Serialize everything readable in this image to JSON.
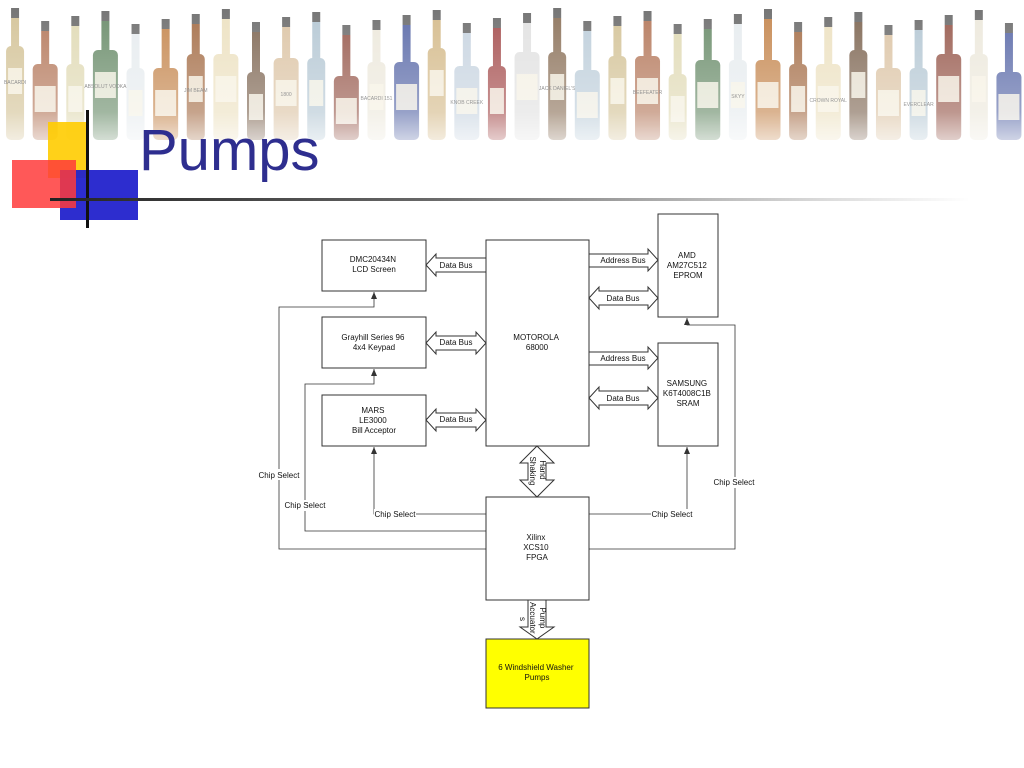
{
  "slide": {
    "title": "Pumps"
  },
  "banner": {
    "bottle_labels": [
      "BACARDI",
      "ABSOLUT VODKA",
      "JIM BEAM",
      "1800",
      "BACARDI 151",
      "KNOB CREEK",
      "JACK DANIEL'S",
      "BEEFEATER",
      "SKYY",
      "CROWN ROYAL",
      "EVERCLEAR"
    ]
  },
  "diagram": {
    "nodes": {
      "lcd": [
        "DMC20434N",
        "LCD Screen"
      ],
      "keypad": [
        "Grayhill Series 96",
        "4x4 Keypad"
      ],
      "bill": [
        "MARS",
        "LE3000",
        "Bill Acceptor"
      ],
      "cpu": [
        "MOTOROLA",
        "68000"
      ],
      "eprom": [
        "AMD",
        "AM27C512",
        "EPROM"
      ],
      "sram": [
        "SAMSUNG",
        "K6T4008C1B",
        "SRAM"
      ],
      "fpga": [
        "Xilinx",
        "XCS10",
        "FPGA"
      ],
      "pumps": [
        "6 Windshield Washer",
        "Pumps"
      ]
    },
    "edges": {
      "lcd_data": "Data Bus",
      "keypad_data": "Data Bus",
      "bill_data": "Data Bus",
      "eprom_addr": "Address Bus",
      "eprom_data": "Data Bus",
      "sram_addr": "Address Bus",
      "sram_data": "Data Bus",
      "handshake": [
        "Hand",
        "Shaking"
      ],
      "pump": [
        "Pump",
        "Accuator",
        "s"
      ],
      "cs_lcd": "Chip Select",
      "cs_keypad": "Chip Select",
      "cs_bill": "Chip Select",
      "cs_sram": "Chip Select",
      "cs_eprom": "Chip Select"
    },
    "colors": {
      "pumps_fill": "#ffff00",
      "stroke": "#333333"
    }
  }
}
